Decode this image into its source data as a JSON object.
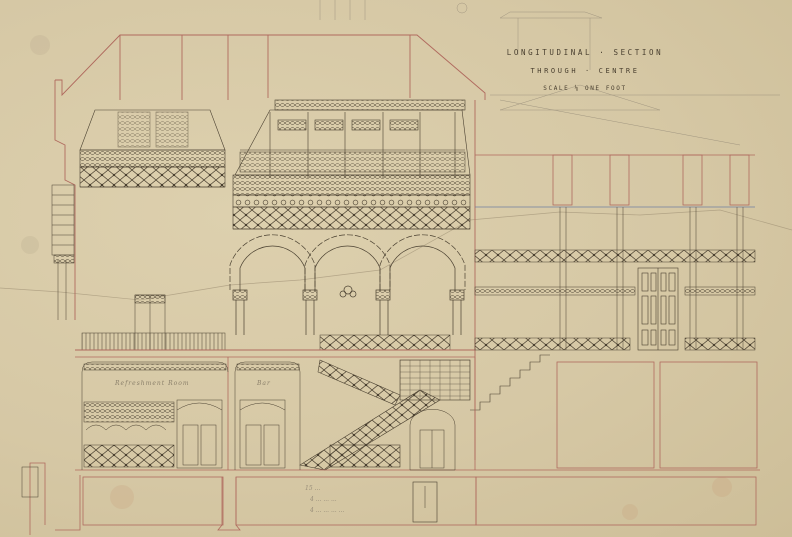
{
  "document": {
    "type": "architectural drawing",
    "paper_color": "#d8cba8",
    "ink_color": "#4a4030",
    "red_line_color": "#b06a5e",
    "blue_line_color": "#6f7fa0"
  },
  "title_block": {
    "line1": "LONGITUDINAL · SECTION",
    "line2": "THROUGH · CENTRE",
    "line3": "SCALE ⅛ ONE FOOT"
  },
  "room_labels": {
    "ground_left": "Refreshment Room",
    "ground_centre": "Bar"
  },
  "pencil_notes": {
    "line1": "15 ...",
    "line2": "4 ... ... ...",
    "line3": "4 ... ... ... ..."
  }
}
